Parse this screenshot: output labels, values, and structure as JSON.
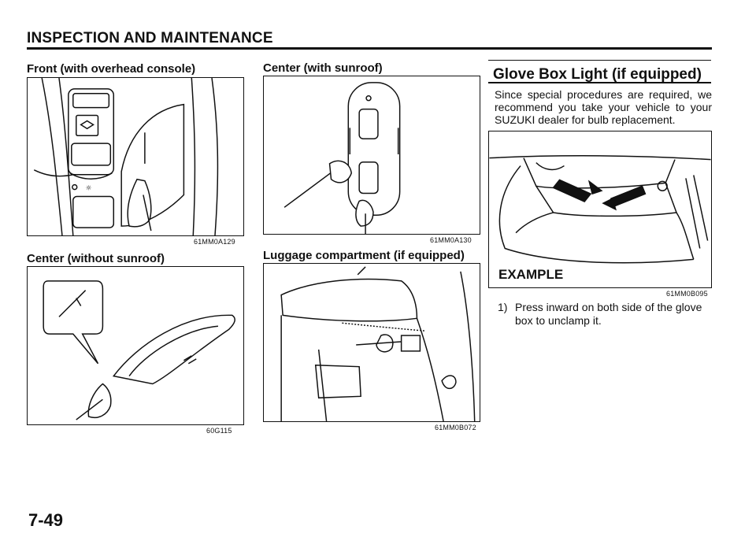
{
  "header": {
    "title": "INSPECTION AND MAINTENANCE"
  },
  "figures": {
    "front_overhead": {
      "heading": "Front (with overhead console)",
      "code": "61MM0A129"
    },
    "center_sunroof": {
      "heading": "Center (with sunroof)",
      "code": "61MM0A130"
    },
    "center_no_sunroof": {
      "heading": "Center (without sunroof)",
      "code": "60G115"
    },
    "luggage": {
      "heading": "Luggage compartment (if equipped)",
      "code": "61MM0B072"
    },
    "glove_box": {
      "label": "EXAMPLE",
      "code": "61MM0B095"
    }
  },
  "glove_section": {
    "heading": "Glove Box Light (if equipped)",
    "body": "Since special procedures are required, we recommend you take your vehicle to your SUZUKI dealer for bulb replacement.",
    "steps": [
      {
        "number": "1)",
        "text": "Press inward on both side of the glove box to unclamp it."
      }
    ]
  },
  "footer": {
    "page_number": "7-49"
  }
}
